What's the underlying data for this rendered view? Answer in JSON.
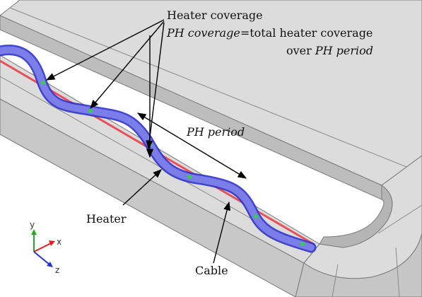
{
  "annotations": {
    "heater_coverage": "Heater coverage",
    "ph_coverage_var": "PH coverage",
    "ph_coverage_def": "=total heater coverage",
    "over_text": "over ",
    "ph_period_var": "PH period",
    "ph_period_label": "PH period",
    "heater": "Heater",
    "cable": "Cable"
  },
  "axes": {
    "x": "x",
    "y": "y",
    "z": "z"
  },
  "colors": {
    "slab_top": "#dcdcdc",
    "slab_side": "#c6c6c6",
    "edge": "#7a7a7a",
    "cable": "#e8505a",
    "heater_fill": "#7b7de8",
    "heater_edge": "#2f33c8",
    "coverage_mark": "#34d04a",
    "axis_x": "#e02020",
    "axis_y": "#22aa22",
    "axis_z": "#2233cc"
  }
}
